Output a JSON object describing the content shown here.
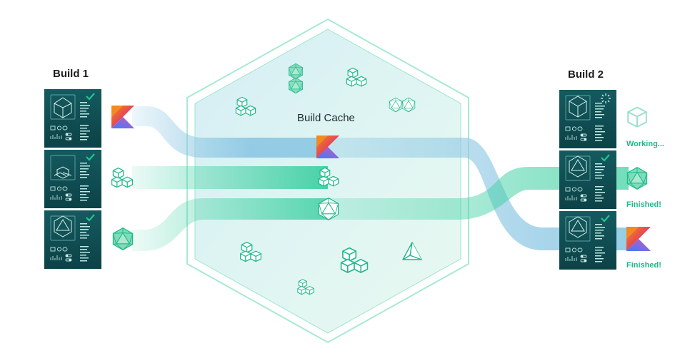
{
  "build1": {
    "title": "Build 1"
  },
  "build2": {
    "title": "Build 2"
  },
  "cache": {
    "title": "Build Cache"
  },
  "statuses": [
    "Working...",
    "Finished!",
    "Finished!"
  ],
  "colors": {
    "panel": "#0f4d52",
    "panel_dark": "#0a3a3f",
    "accent": "#23c28f",
    "flow_blue": "#8cc7e3",
    "flow_green": "#3fd0a2",
    "hex_fill": "#dff4f2",
    "hex_stroke": "#8fe3c8"
  },
  "icons": [
    "kotlin-logo-icon",
    "cube-stack-icon",
    "icosahedron-icon",
    "pyramid-icon",
    "loading-spinner-icon",
    "checkmark-icon"
  ]
}
